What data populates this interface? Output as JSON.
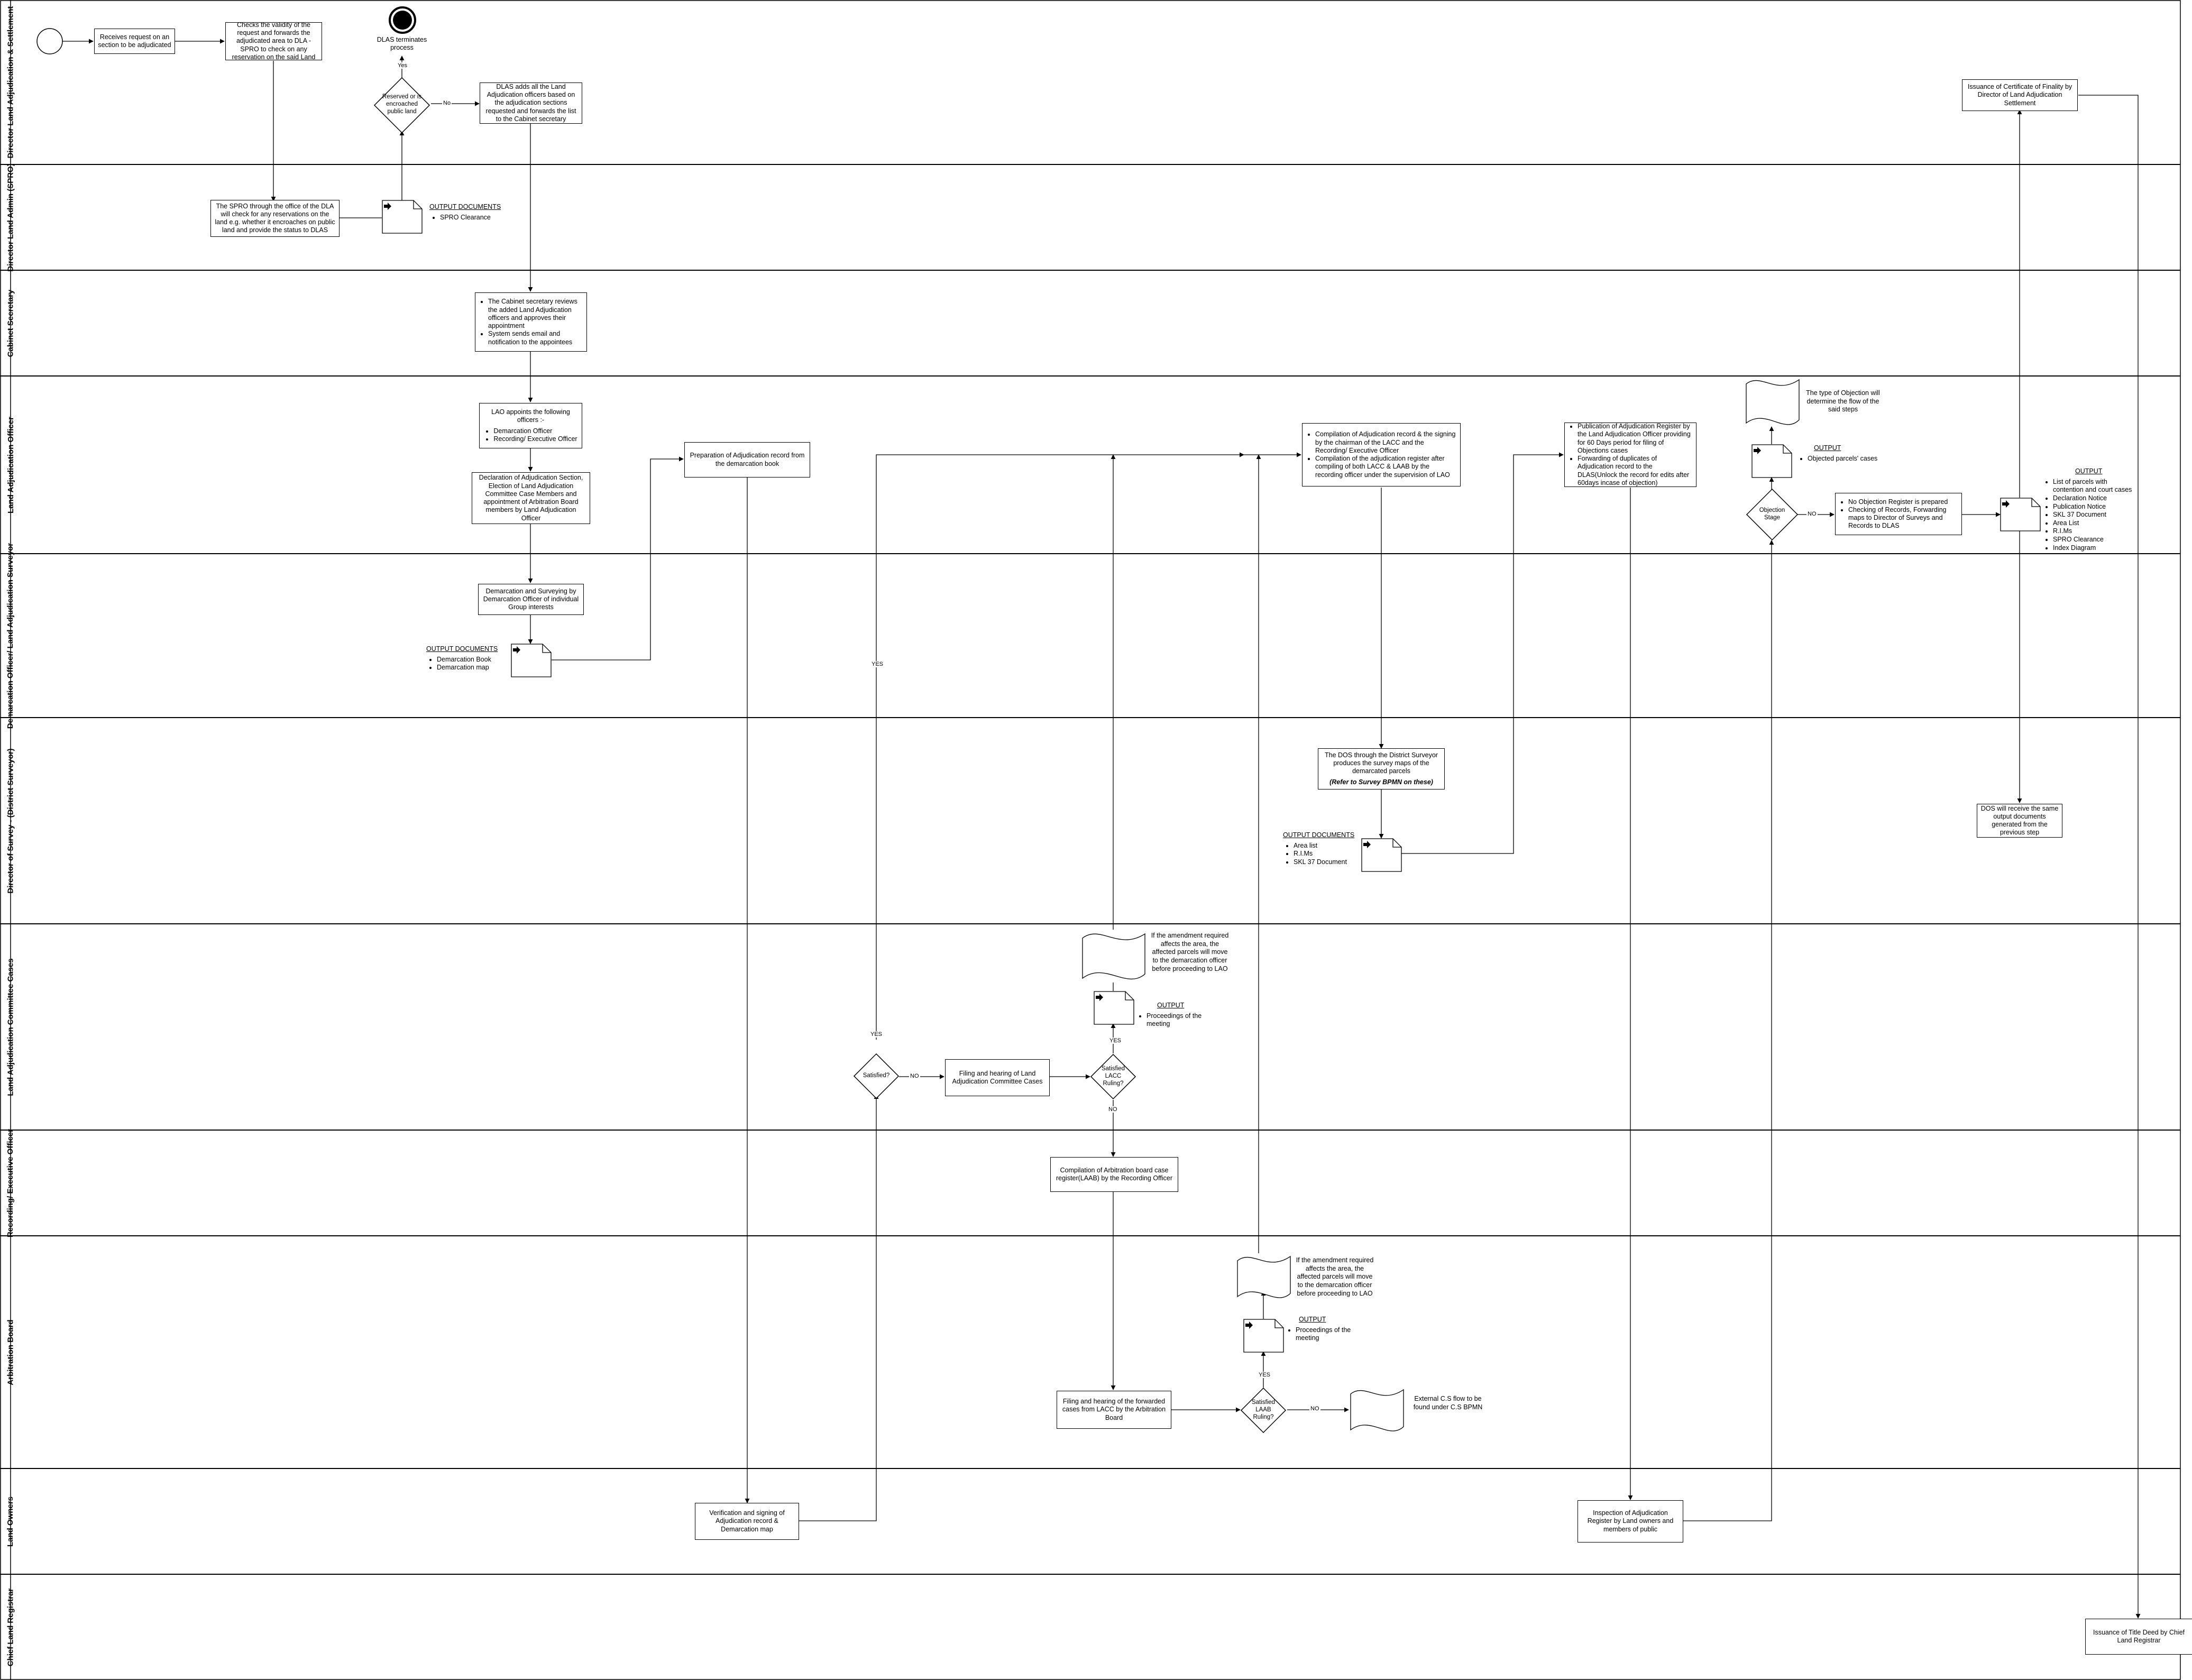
{
  "lanes": [
    {
      "id": "dlas",
      "label": "Director Land Adjudication & Settlement"
    },
    {
      "id": "dla",
      "label": "Director Land Admin (SPRO)"
    },
    {
      "id": "cs",
      "label": "Cabinet Secretary"
    },
    {
      "id": "lao",
      "label": "Land Adjudication Officer"
    },
    {
      "id": "dem",
      "label": "Demarcation Officer/ Land Adjudication Surveyor"
    },
    {
      "id": "dos",
      "label": "Director of Survey - (District Surveyor)"
    },
    {
      "id": "lacc",
      "label": "Land Adjudication Committee Cases"
    },
    {
      "id": "reo",
      "label": "Recording/ Executive Officer"
    },
    {
      "id": "ab",
      "label": "Arbitration Board"
    },
    {
      "id": "lo",
      "label": "Land Owners"
    },
    {
      "id": "clr",
      "label": "Chief Land Registrar"
    }
  ],
  "tasks": {
    "t_receive": "Receives request on an section to be adjudicated",
    "t_checks": "Checks the validity of the request and forwards the adjudicated area to DLA - SPRO to check on any reservation on the said Land",
    "t_dlas_adds": "DLAS adds all the Land Adjudication officers based on the adjudication sections requested and forwards the list to the Cabinet secretary",
    "t_cert": "Issuance of Certificate of Finality by Director of Land Adjudication Settlement",
    "t_spro": "The SPRO through the office of the DLA will check for any reservations on the land e.g. whether it encroaches on public land and provide the status to DLAS",
    "t_cs_items": [
      "The Cabinet secretary reviews the added Land Adjudication officers and approves their appointment",
      "System sends email and notification to the appointees"
    ],
    "t_lao_appoints_title": "LAO appoints the following officers :-",
    "t_lao_appoints_items": [
      "Demarcation Officer",
      "Recording/ Executive Officer"
    ],
    "t_declaration": "Declaration of Adjudication Section, Election of Land Adjudication Committee Case Members and appointment of Arbitration Board members by Land Adjudication Officer",
    "t_prep": "Preparation of Adjudication record from the demarcation book",
    "t_compile_items": [
      "Compilation of Adjudication record & the signing by the chairman of the LACC and the Recording/ Executive Officer",
      "Compilation of the adjudication register after compiling of both LACC & LAAB by the recording officer under the supervision of LAO"
    ],
    "t_publish_items": [
      "Publication of Adjudication Register by the Land Adjudication Officer providing for 60 Days period for filing of Objections cases",
      "Forwarding of duplicates of Adjudication record to the DLAS(Unlock the record for edits after 60days incase of objection)"
    ],
    "t_noobj_items": [
      "No Objection Register is prepared",
      "Checking of Records, Forwarding maps to Director of Surveys and Records to DLAS"
    ],
    "t_demarcation": "Demarcation and Surveying by Demarcation Officer of individual Group interests",
    "t_dos_main": "The DOS through the District Surveyor produces the survey maps of the demarcated parcels",
    "t_dos_ref": "(Refer to Survey BPMN on these)",
    "t_dos_receive": "DOS will receive the same output documents generated from the previous step",
    "t_filing_lacc": "Filing and hearing of Land Adjudication Committee Cases",
    "t_arbitration_reg": "Compilation of Arbitration board case register(LAAB) by the Recording Officer",
    "t_filing_ab": "Filing and hearing of the forwarded cases from LACC by the Arbitration Board",
    "t_verify": "Verification and signing of Adjudication record & Demarcation map",
    "t_inspect": "Inspection of Adjudication Register by Land owners and members of public",
    "t_title": "Issuance of Title Deed by Chief Land Registrar"
  },
  "gateways": {
    "g_reserved": "Reserved or is encroached public land",
    "g_satisfied": "Satisfied?",
    "g_lacc": "Satisfied LACC Ruling?",
    "g_laab": "Satisfied LAAB Ruling?",
    "g_objection": "Objection Stage"
  },
  "events": {
    "end_label": "DLAS terminates process"
  },
  "edge_labels": {
    "yes_top": "Yes",
    "no_top": "No",
    "yes_loop": "YES",
    "yes_sat": "YES",
    "no_sat": "NO",
    "yes_lacc": "YES",
    "no_lacc": "NO",
    "yes_laab": "YES",
    "no_laab": "NO",
    "no_obj": "NO"
  },
  "notes": {
    "spro_out_header": "OUTPUT DOCUMENTS",
    "spro_out_items": [
      "SPRO Clearance"
    ],
    "dem_out_header": "OUTPUT DOCUMENTS",
    "dem_out_items": [
      "Demarcation Book",
      "Demarcation map"
    ],
    "dos_out_header": "OUTPUT DOCUMENTS",
    "dos_out_items": [
      "Area list",
      "R.I.Ms",
      "SKL 37 Document"
    ],
    "lacc_amend": "If the amendment required affects the area, the affected parcels will move to the demarcation officer before proceeding to LAO",
    "lacc_out_header": "OUTPUT",
    "lacc_out_items": [
      "Proceedings of the meeting"
    ],
    "ab_amend": "If the amendment required affects the area, the affected parcels will move to the demarcation officer before proceeding to LAO",
    "ab_out_header": "OUTPUT",
    "ab_out_items": [
      "Proceedings of the meeting"
    ],
    "ab_external": "External C.S flow to be found under C.S BPMN",
    "obj_type": "The type of Objection will determine the flow of the said steps",
    "obj_out_header": "OUTPUT",
    "obj_out_items": [
      "Objected parcels' cases"
    ],
    "final_out_header": "OUTPUT",
    "final_out_items": [
      "List of parcels with contention and court cases",
      "Declaration Notice",
      "Publication Notice",
      "SKL 37 Document",
      "Area List",
      "R.I.Ms",
      "SPRO Clearance",
      "Index Diagram"
    ]
  }
}
